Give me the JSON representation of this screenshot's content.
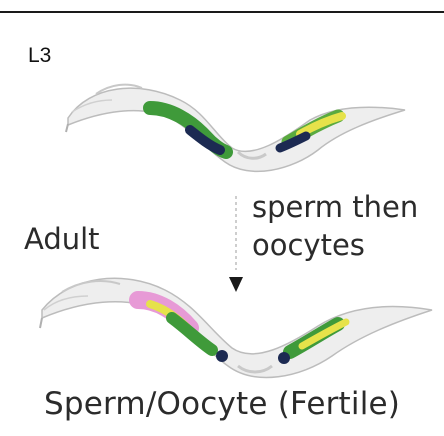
{
  "stages": {
    "upper": {
      "label": "L3"
    },
    "lower": {
      "label": "Adult"
    }
  },
  "transition": {
    "line1": "sperm then",
    "line2": "oocytes"
  },
  "caption": "Sperm/Oocyte (Fertile)",
  "colors": {
    "worm_outline": "#b9b9b9",
    "worm_fill": "#eeeeee",
    "germline_green": "#3f9a3a",
    "germline_yellow": "#e6e24a",
    "sperm_dark": "#1c2a52",
    "oocyte_pink": "#e79ad6",
    "arrow": "#1a1a1a"
  },
  "icons": {
    "arrow": "down-arrow-icon"
  }
}
